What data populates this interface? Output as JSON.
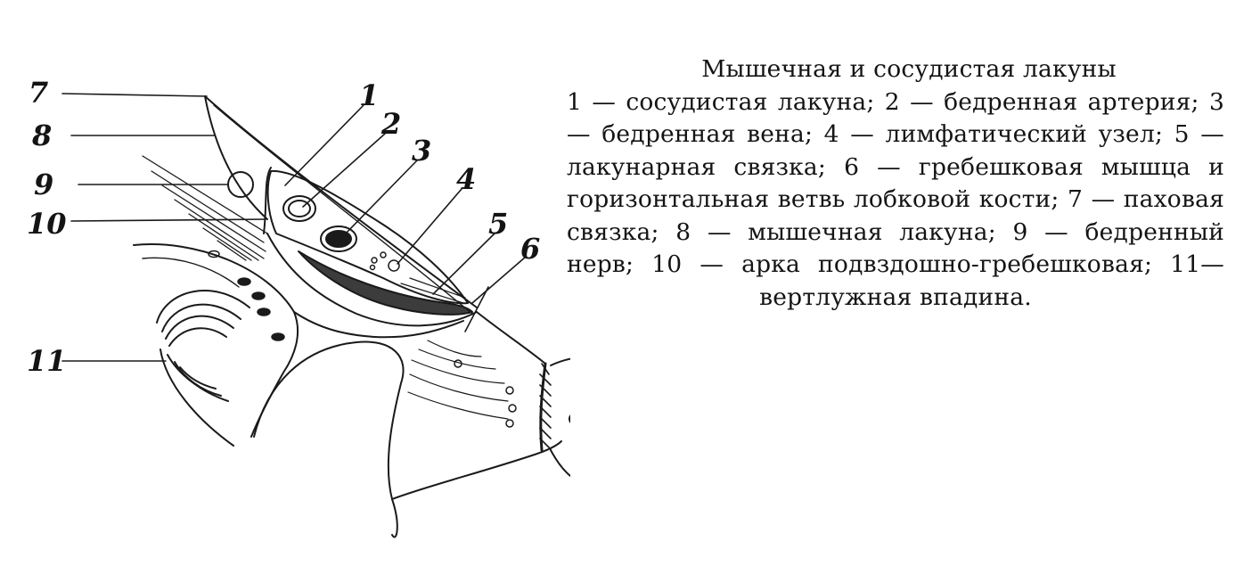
{
  "figure": {
    "labels": [
      "1",
      "2",
      "3",
      "4",
      "5",
      "6",
      "7",
      "8",
      "9",
      "10",
      "11"
    ]
  },
  "caption": {
    "title": "Мышечная и сосудистая лакуны",
    "body": "1 — сосудистая лакуна; 2 — бедренная артерия; 3 — бедренная вена; 4 — лимфатический узел; 5 — лакунарная связка; 6 — гребешковая мышца и горизонтальная ветвь лобковой кости; 7 — паховая связка; 8 — мышечная лакуна; 9 — бедренный нерв; 10 — арка подвздошно-гребешковая; 11— вертлужная впадина."
  }
}
